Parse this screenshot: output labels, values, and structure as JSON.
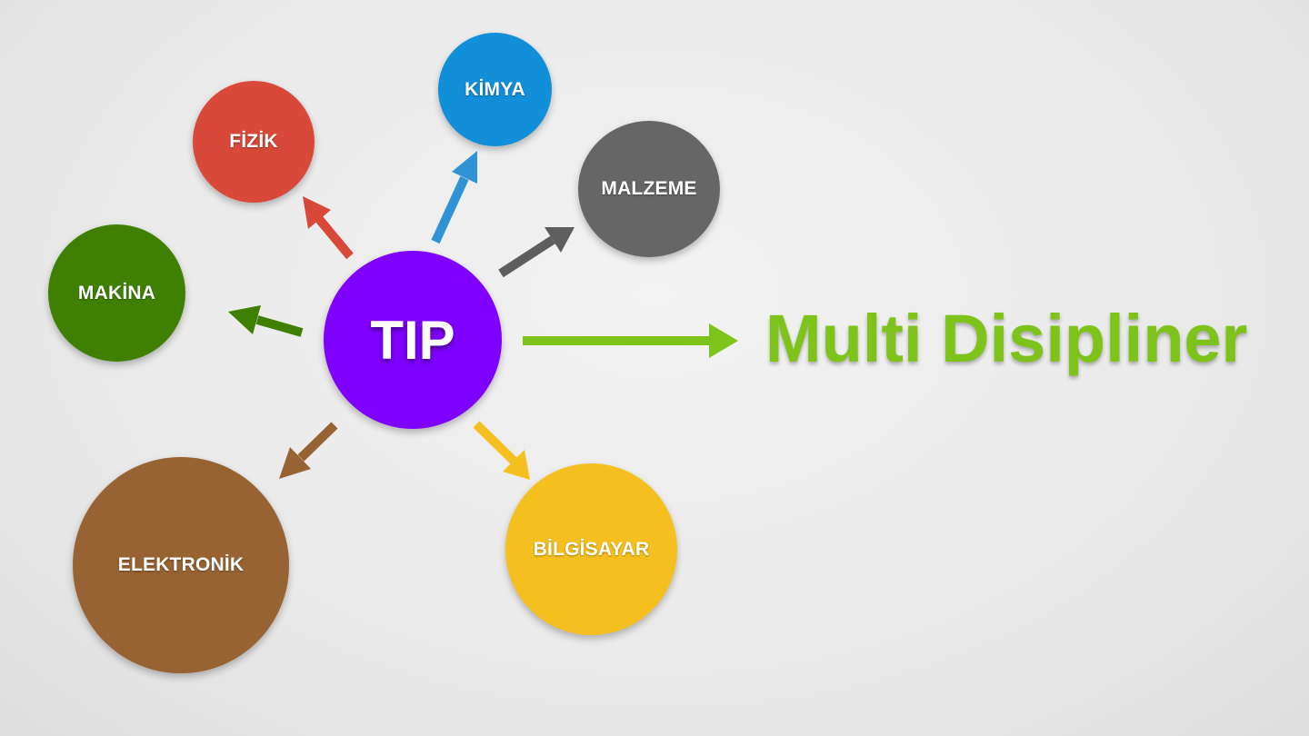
{
  "center": {
    "label": "TIP",
    "color": "#8000ff"
  },
  "headline": {
    "text": "Multi Disipliner",
    "color": "#7ec31a"
  },
  "disciplines": [
    {
      "id": "fizik",
      "label": "FİZİK",
      "color": "#d9493a"
    },
    {
      "id": "kimya",
      "label": "KİMYA",
      "color": "#118fd8"
    },
    {
      "id": "malzeme",
      "label": "MALZEME",
      "color": "#666666"
    },
    {
      "id": "makina",
      "label": "MAKİNA",
      "color": "#3f8002"
    },
    {
      "id": "elektronik",
      "label": "ELEKTRONİK",
      "color": "#986332"
    },
    {
      "id": "bilgisayar",
      "label": "BİLGİSAYAR",
      "color": "#f5c01f"
    }
  ],
  "arrows": {
    "fizik": "#d9493a",
    "kimya": "#2f93d6",
    "malzeme": "#5e5e5e",
    "makina": "#3f8002",
    "elektronik": "#986332",
    "bilgisayar": "#f5c01f",
    "headline": "#7ec31a"
  }
}
